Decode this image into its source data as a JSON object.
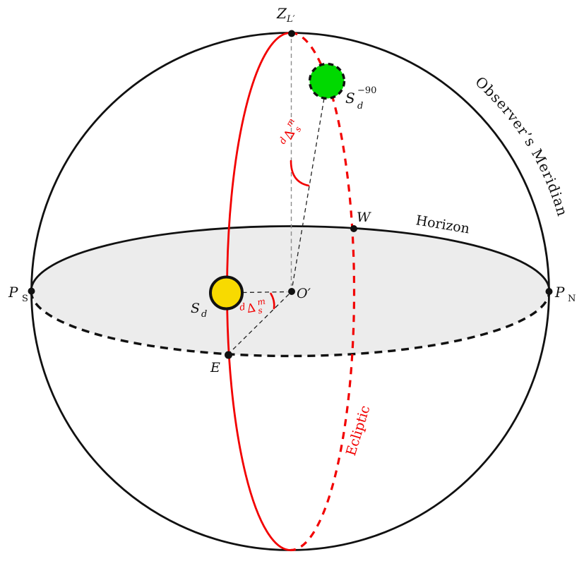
{
  "figure": {
    "name": "celestial-sphere-diagram",
    "colors": {
      "curve_black": "#111111",
      "ecliptic_red": "#f20000",
      "sun_yellow": "#f8da00",
      "mirror_green": "#00d900",
      "horizon_fill": "#ececec",
      "helper_gray": "#8c8c8c"
    },
    "curve_labels": {
      "meridian": "Observer’s Meridian",
      "horizon": "Horizon",
      "ecliptic": "Ecliptic"
    },
    "points": {
      "zenith": {
        "main": "Z",
        "sub": "L′"
      },
      "south_pole": {
        "main": "P",
        "sub": "S"
      },
      "north_pole": {
        "main": "P",
        "sub": "N"
      },
      "west": {
        "main": "W"
      },
      "east": {
        "main": "E"
      },
      "origin": {
        "main": "O′"
      },
      "sun": {
        "main": "S",
        "sub": "d"
      },
      "mirror_sun": {
        "main": "S",
        "sub": "d",
        "sup": "−90"
      }
    },
    "angle_labels": {
      "upper": {
        "pre": "d",
        "main": "∆",
        "sup": "m",
        "sub": "s"
      },
      "lower": {
        "pre": "d",
        "main": "∆",
        "sup": "m",
        "sub": "s"
      }
    }
  }
}
